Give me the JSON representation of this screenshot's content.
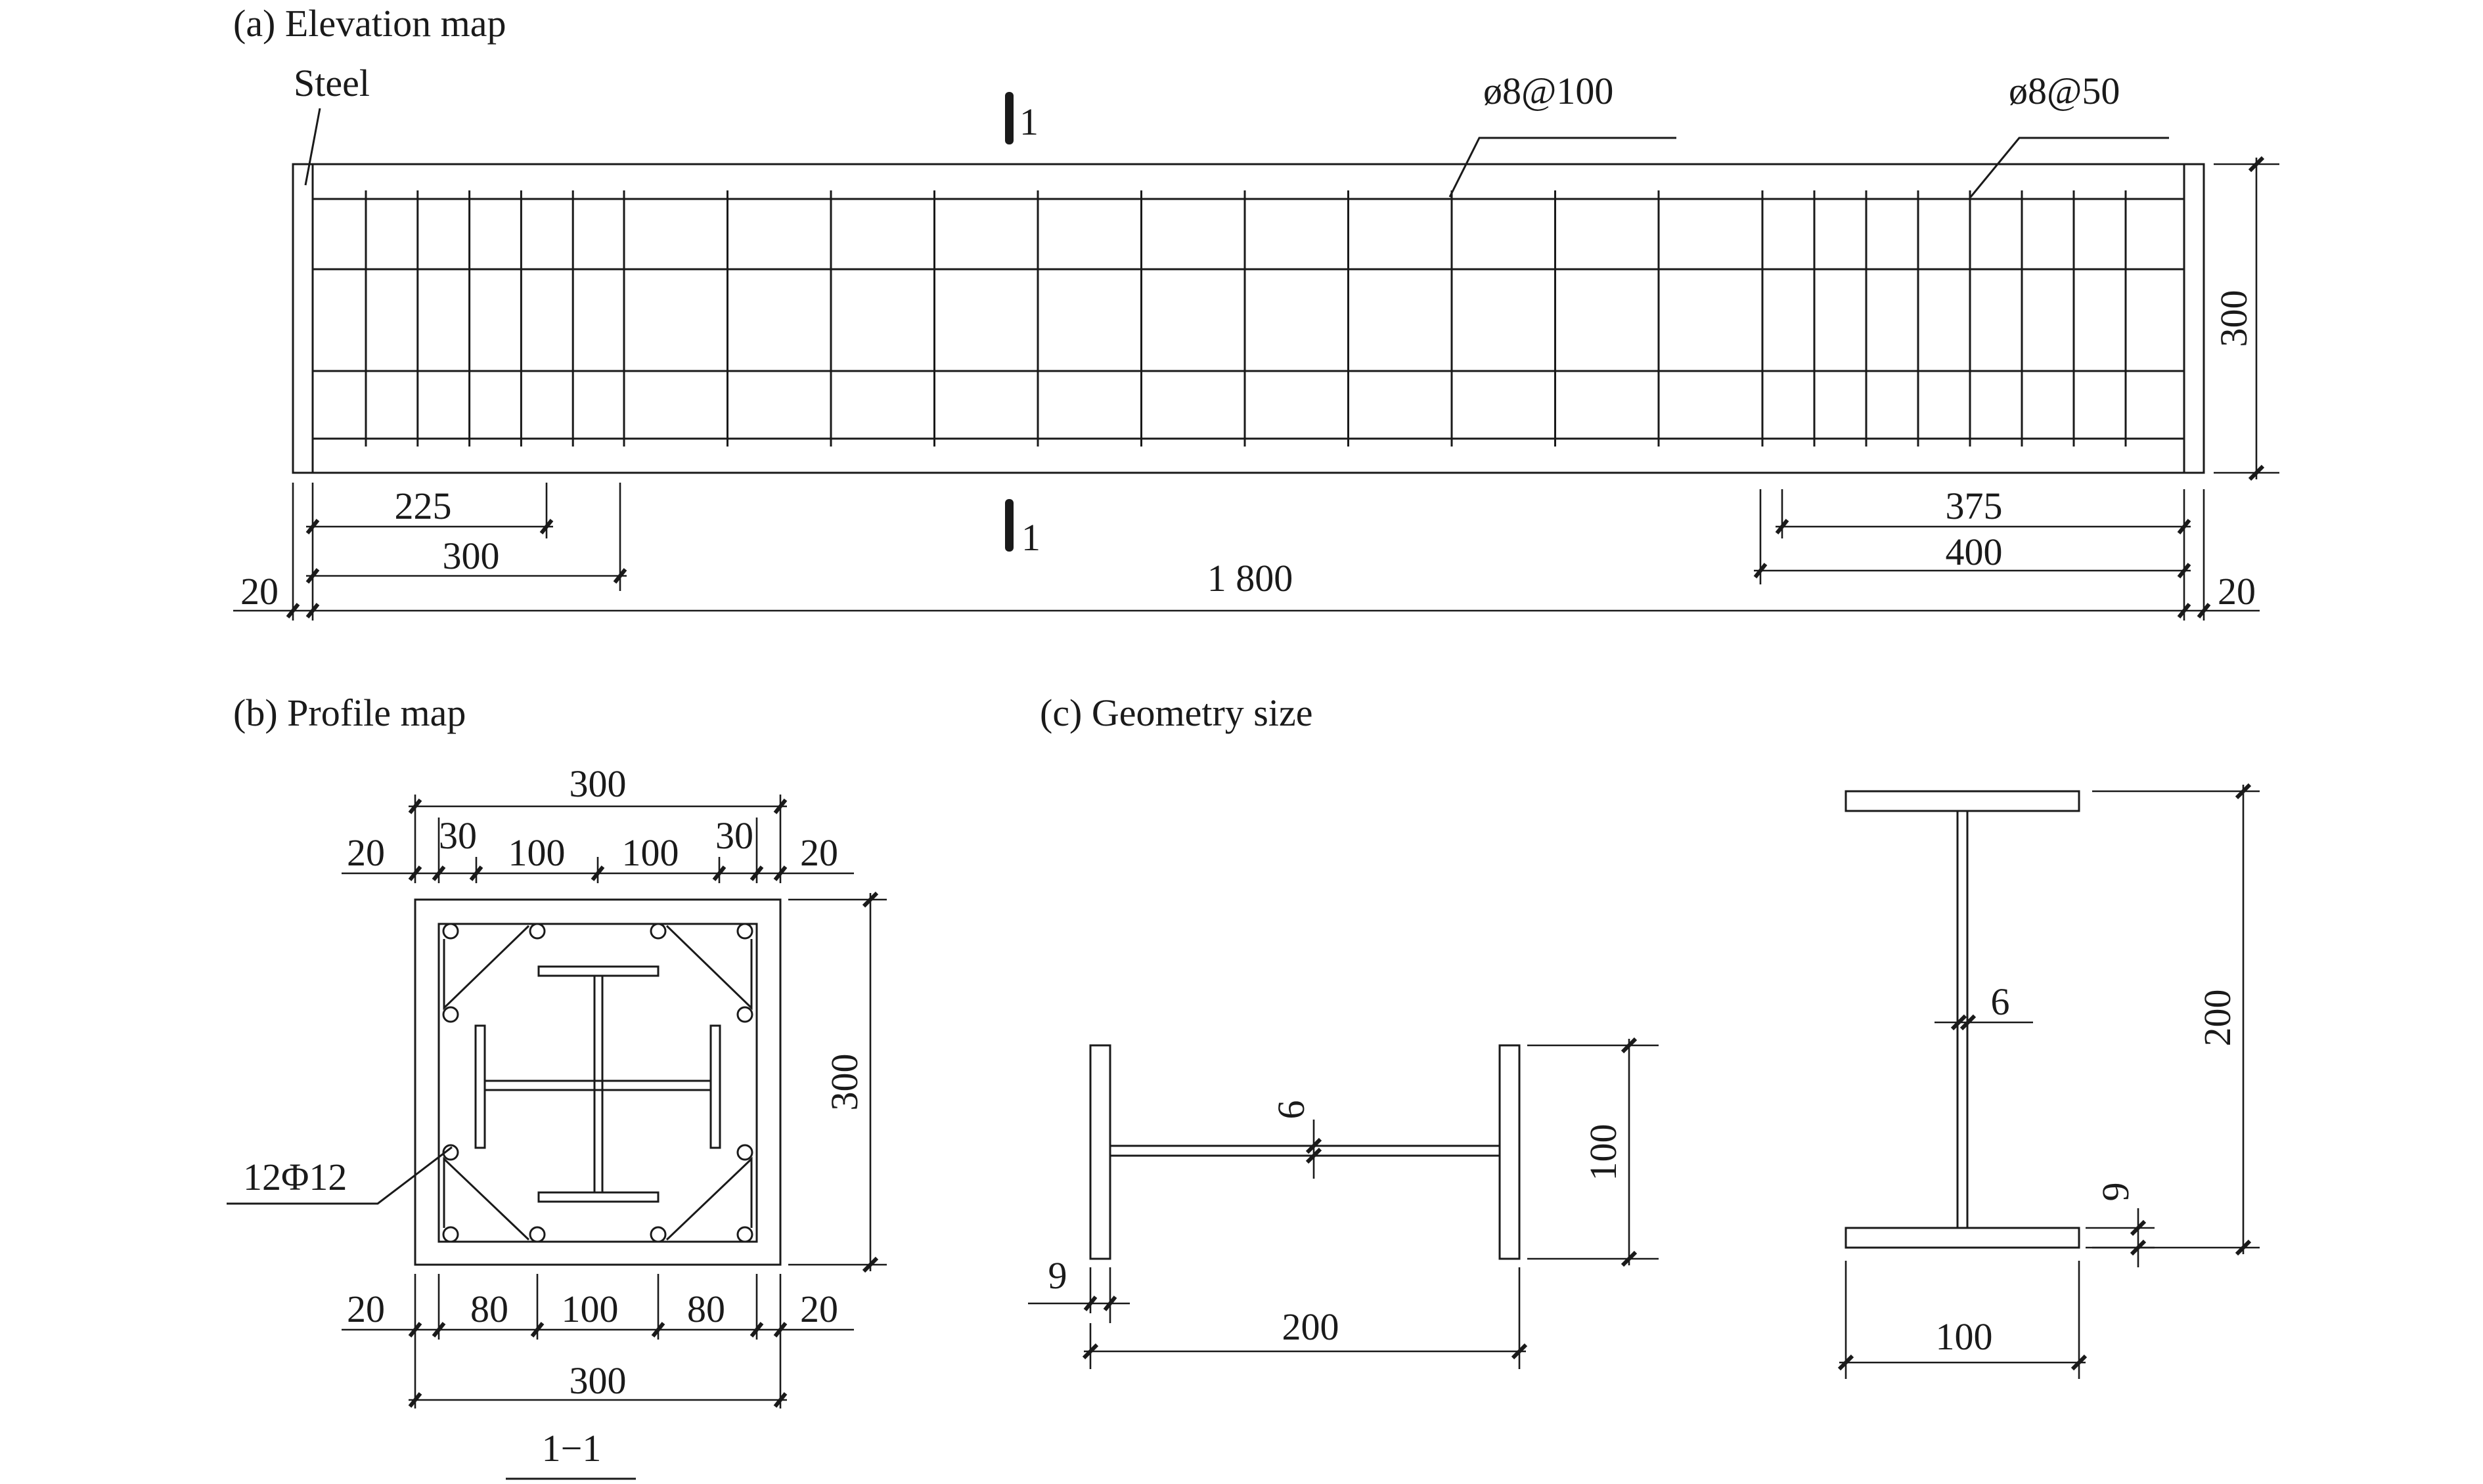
{
  "captions": {
    "elevation": "(a) Elevation map",
    "profile": "(b) Profile map",
    "geometry": "(c) Geometry size"
  },
  "labels": {
    "steel": "Steel",
    "stirrup_mid": "ø8@100",
    "stirrup_end": "ø8@50",
    "section_mark": "1",
    "section_name": "1−1",
    "rebar": "12Φ12"
  },
  "elevation_dims": {
    "d225": "225",
    "d300": "300",
    "d20_left": "20",
    "d1800": "1 800",
    "d375": "375",
    "d400": "400",
    "d20_right": "20",
    "height": "300"
  },
  "profile_dims": {
    "top_300": "300",
    "top_20a": "20",
    "top_30a": "30",
    "top_100a": "100",
    "top_100b": "100",
    "top_30b": "30",
    "top_20b": "20",
    "right_300": "300",
    "bot_20a": "20",
    "bot_80a": "80",
    "bot_100": "100",
    "bot_80b": "80",
    "bot_20b": "20",
    "bot_300": "300"
  },
  "geometry_dims": {
    "h_web": "6",
    "h_flange": "9",
    "h_width": "200",
    "h_height": "100",
    "i_web": "6",
    "i_flange": "9",
    "i_width": "100",
    "i_height": "200"
  }
}
